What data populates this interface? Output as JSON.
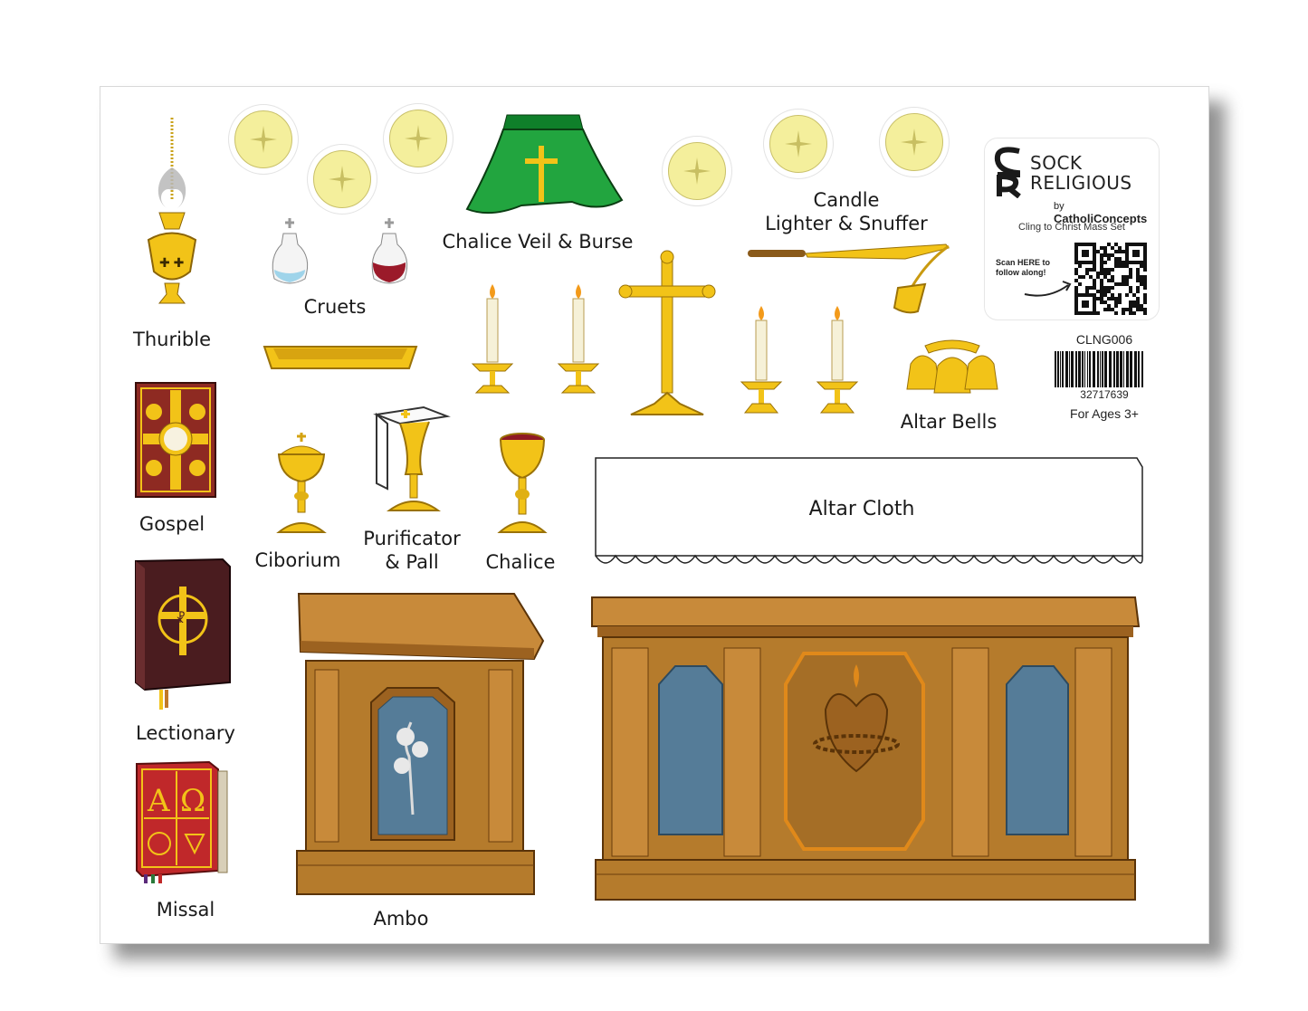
{
  "brand": {
    "mark": "SR",
    "name_line1": "SOCK",
    "name_line2": "RELIGIOUS",
    "by": "by",
    "publisher": "CatholiConcepts",
    "set_name": "Cling to Christ Mass Set",
    "scan_line1": "Scan HERE to",
    "scan_line2": "follow along!"
  },
  "product": {
    "sku": "CLNG006",
    "barcode_number": "32717639",
    "ages": "For Ages 3+"
  },
  "items": {
    "thurible": "Thurible",
    "cruets": "Cruets",
    "chalice_veil": "Chalice Veil & Burse",
    "candle_lighter_1": "Candle",
    "candle_lighter_2": "Lighter & Snuffer",
    "altar_bells": "Altar Bells",
    "gospel": "Gospel",
    "ciborium": "Ciborium",
    "purificator_1": "Purificator",
    "purificator_2": "& Pall",
    "chalice": "Chalice",
    "altar_cloth": "Altar Cloth",
    "lectionary": "Lectionary",
    "missal": "Missal",
    "ambo": "Ambo"
  },
  "missal_letters": {
    "alpha": "A",
    "omega": "Ω"
  },
  "colors": {
    "gold": "#f2c318",
    "gold_dark": "#b88a08",
    "wood": "#b57b2c",
    "wood_dark": "#7a4d15",
    "panel_blue": "#557c98",
    "veil_green": "#1f9a3a",
    "book_red": "#8e2a22",
    "book_dark": "#4a1c1f",
    "host_yellow": "#f4ef9c"
  }
}
